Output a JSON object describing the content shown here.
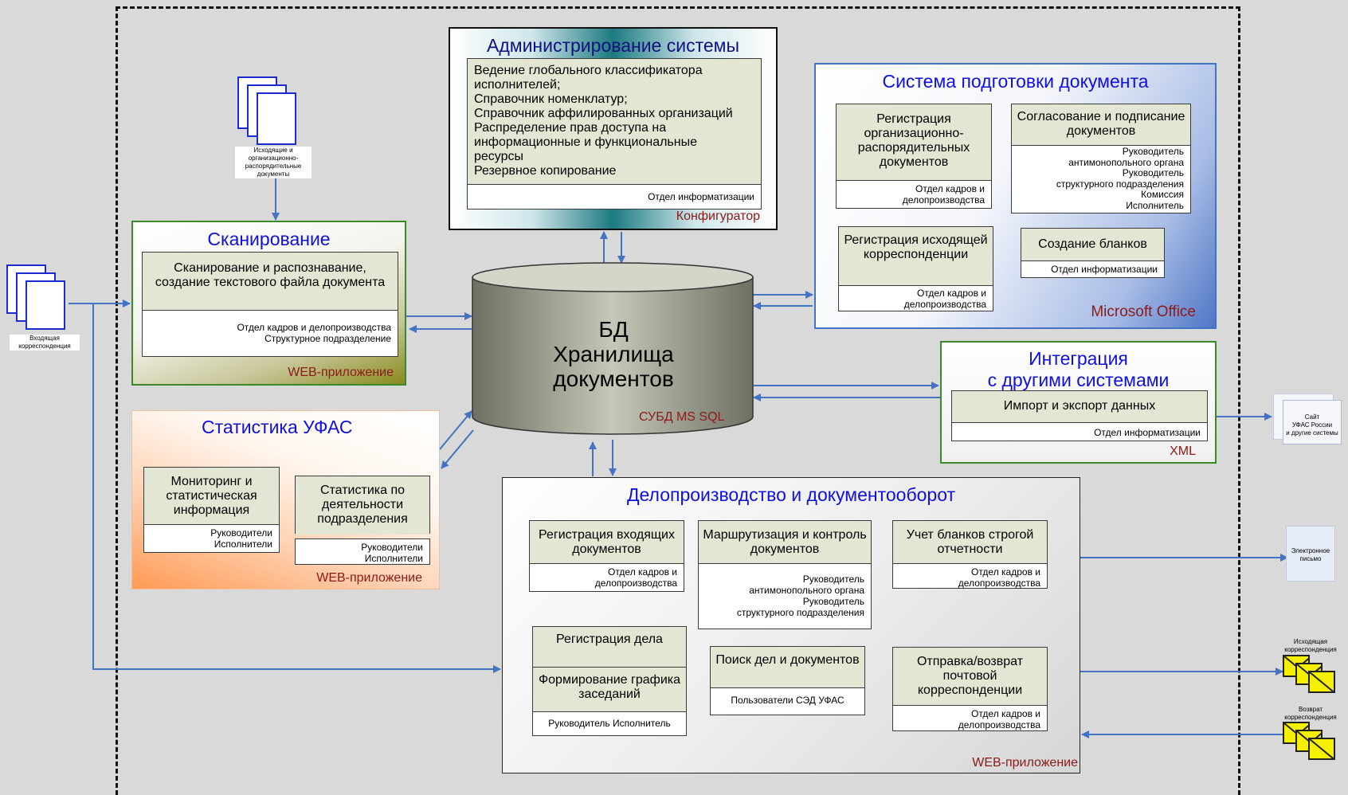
{
  "admin": {
    "title": "Администрирование системы",
    "items": "Ведение глобального классификатора\nисполнителей;\nСправочник номенклатур;\nСправочник аффилированных организаций\nРаспределение прав доступа на\nинформационные и функциональные\nресурсы\nРезервное копирование",
    "role": "Отдел информатизации",
    "tag": "Конфигуратор"
  },
  "prep": {
    "title": "Система подготовки документа",
    "tag": "Microsoft Office",
    "reg_org": {
      "title": "Регистрация организационно-распорядительных документов",
      "role": "Отдел кадров и\nделопроизводства"
    },
    "approve": {
      "title": "Согласование и подписание документов",
      "role": "Руководитель\nантимонопольного органа\nРуководитель\nструктурного подразделения\nКомиссия\nИсполнитель"
    },
    "reg_out": {
      "title": "Регистрация исходящей корреспонденции",
      "role": "Отдел кадров и\nделопроизводства"
    },
    "blanks": {
      "title": "Создание бланков",
      "role": "Отдел информатизации"
    }
  },
  "scan": {
    "title": "Сканирование",
    "task": "Сканирование и распознавание, создание текстового файла документа",
    "role": "Отдел кадров и  делопроизводства\nСтруктурное подразделение",
    "tag": "WEB-приложение"
  },
  "db": {
    "line1": "БД",
    "line2": "Хранилища",
    "line3": "документов",
    "tag": "СУБД MS SQL"
  },
  "stats": {
    "title": "Статистика УФАС",
    "monitor": {
      "title": "Мониторинг и статистическая информация",
      "role": "Руководители\nИсполнители"
    },
    "dept": {
      "title": "Статистика по деятельности подразделения",
      "role": "Руководители\nИсполнители"
    },
    "tag": "WEB-приложение"
  },
  "integration": {
    "title_line1": "Интеграция",
    "title_line2": "с другими системами",
    "task": "Импорт и экспорт данных",
    "role": "Отдел информатизации",
    "tag": "XML"
  },
  "office": {
    "title": "Делопроизводство и документооборот",
    "tag": "WEB-приложение",
    "reg_in": {
      "title": "Регистрация входящих документов",
      "role": "Отдел кадров и\nделопроизводства"
    },
    "routing": {
      "title": "Маршрутизация и контроль документов",
      "role": "Руководитель\nантимонопольного органа\nРуководитель\nструктурного подразделения"
    },
    "strict": {
      "title": "Учет бланков строгой отчетности",
      "role": "Отдел кадров и\nделопроизводства"
    },
    "case": {
      "title1": "Регистрация дела",
      "title2": "Формирование графика заседаний",
      "role": "Руководитель Исполнитель"
    },
    "search": {
      "title": "Поиск дел и документов",
      "role": "Пользователи СЭД УФАС"
    },
    "mail": {
      "title": "Отправка/возврат почтовой корреспонденции",
      "role": "Отдел кадров и\nделопроизводства"
    }
  },
  "external": {
    "outgoing_docs": "Исходящие и\nорганизационно-\nраспорядительные\nдокументы",
    "incoming": "Входящая\nкорреспонденция",
    "site": "Сайт\nУФАС России\nи другие системы",
    "email": "Электронное\nписьмо",
    "out_mail": "Исходящая\nкорреспонденция",
    "return_mail": "Возврат\nкорреспонденция"
  }
}
